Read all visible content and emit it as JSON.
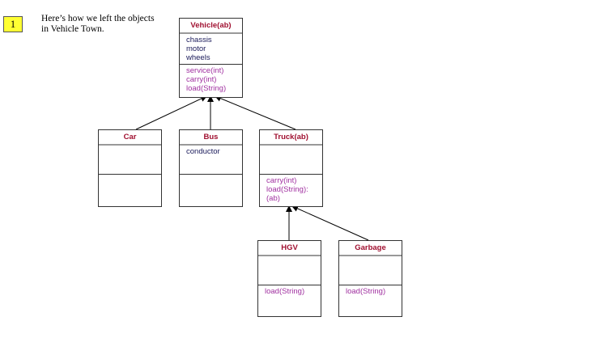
{
  "slide_number": "1",
  "caption": "Here’s how we left the objects in Vehicle Town.",
  "classes": {
    "vehicle": {
      "name": "Vehicle(ab)",
      "attributes": [
        "chassis",
        "motor",
        "wheels"
      ],
      "methods": [
        "service(int)",
        "carry(int)",
        "load(String)"
      ]
    },
    "car": {
      "name": "Car",
      "attributes": [],
      "methods": []
    },
    "bus": {
      "name": "Bus",
      "attributes": [
        "conductor"
      ],
      "methods": []
    },
    "truck": {
      "name": "Truck(ab)",
      "attributes": [],
      "methods": [
        "carry(int)",
        "load(String):",
        "(ab)"
      ]
    },
    "hgv": {
      "name": "HGV",
      "attributes": [],
      "methods": [
        "load(String)"
      ]
    },
    "garbage": {
      "name": "Garbage",
      "attributes": [],
      "methods": [
        "load(String)"
      ]
    }
  },
  "relations": [
    {
      "from": "Car",
      "to": "Vehicle(ab)",
      "type": "inheritance"
    },
    {
      "from": "Bus",
      "to": "Vehicle(ab)",
      "type": "inheritance"
    },
    {
      "from": "Truck(ab)",
      "to": "Vehicle(ab)",
      "type": "inheritance"
    },
    {
      "from": "HGV",
      "to": "Truck(ab)",
      "type": "inheritance"
    },
    {
      "from": "Garbage",
      "to": "Truck(ab)",
      "type": "inheritance"
    }
  ]
}
